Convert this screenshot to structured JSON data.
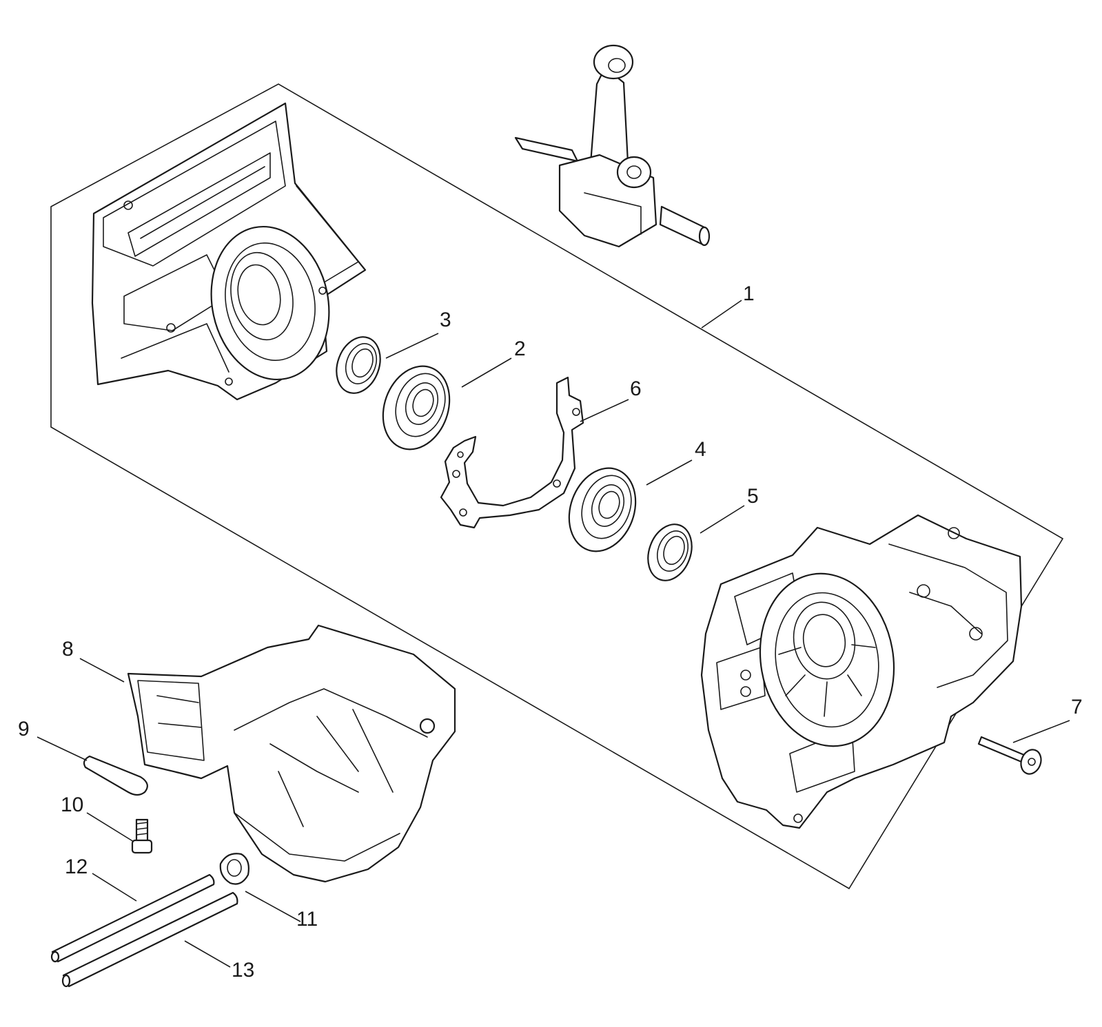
{
  "colors": {
    "line": "#1a1a1a",
    "background": "#ffffff"
  },
  "callouts": {
    "c1": "1",
    "c2": "2",
    "c3": "3",
    "c4": "4",
    "c5": "5",
    "c6": "6",
    "c7": "7",
    "c8": "8",
    "c9": "9",
    "c10": "10",
    "c11": "11",
    "c12": "12",
    "c13": "13"
  }
}
